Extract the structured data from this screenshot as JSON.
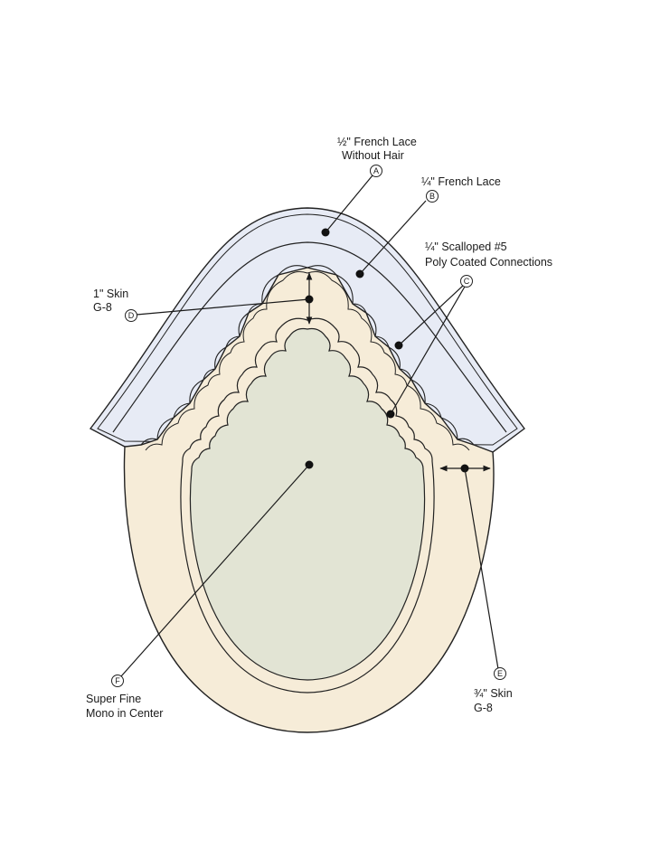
{
  "colors": {
    "lace": "#e7ebf5",
    "skin": "#f6ecd8",
    "mono": "#e2e4d4",
    "outline": "#222222",
    "background": "#ffffff"
  },
  "labels": {
    "a": {
      "line1": "½\" French Lace",
      "line2": "Without Hair",
      "marker": "A"
    },
    "b": {
      "line1": "¼\" French Lace",
      "marker": "B"
    },
    "c": {
      "line1": "¼\" Scalloped #5",
      "line2": "Poly Coated Connections",
      "marker": "C"
    },
    "d": {
      "line1": "1\" Skin",
      "line2": "G-8",
      "marker": "D"
    },
    "e": {
      "line1": "¾\" Skin",
      "line2": "G-8",
      "marker": "E"
    },
    "f": {
      "line1": "Super Fine",
      "line2": "Mono in Center",
      "marker": "F"
    }
  }
}
